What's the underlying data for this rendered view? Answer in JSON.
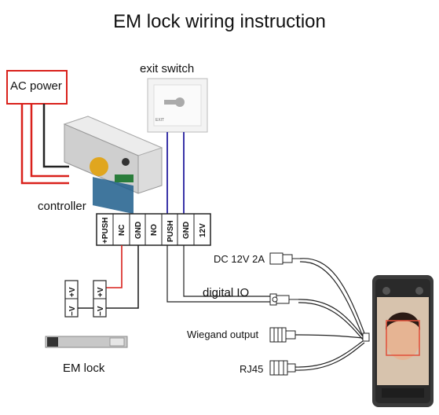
{
  "title": "EM lock wiring instruction",
  "labels": {
    "ac_power": "AC power",
    "exit_switch": "exit switch",
    "controller": "controller",
    "em_lock": "EM lock",
    "dc_power": "DC 12V 2A",
    "digital_io": "digital IO",
    "wiegand": "Wiegand output",
    "rj45": "RJ45"
  },
  "terminals": [
    "+PUSH",
    "NC",
    "GND",
    "NO",
    "PUSH",
    "GND",
    "12V"
  ],
  "lock_terminals": [
    "−V",
    "+V"
  ],
  "colors": {
    "ac_wire": "#d9211b",
    "switch_wire": "#3a35a8",
    "dark_wire": "#222222",
    "red_wire": "#d9211b",
    "device_body": "#3b3b3b"
  },
  "icons": [
    "exit-switch-panel-icon",
    "power-controller-icon",
    "em-lock-bar-icon",
    "face-recognition-terminal-icon"
  ]
}
